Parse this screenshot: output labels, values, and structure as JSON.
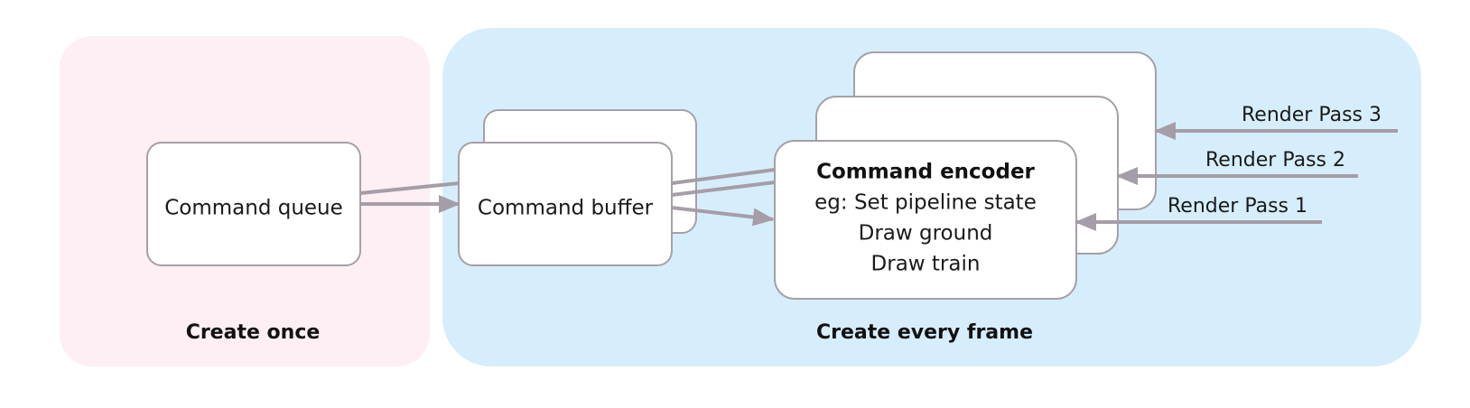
{
  "colors": {
    "region_once_fill": "#fdeff3",
    "region_frame_fill": "#d6eefb",
    "box_fill": "#ffffff",
    "box_stroke": "#a79fa8",
    "arrow_color": "#a59da7",
    "text_color": "#1a1a1a"
  },
  "regions": {
    "once_label": "Create once",
    "frame_label": "Create every frame"
  },
  "queue": {
    "label": "Command queue"
  },
  "buffer": {
    "label": "Command buffer"
  },
  "encoder": {
    "title": "Command encoder",
    "lines": [
      "eg: Set pipeline state",
      "Draw ground",
      "Draw train"
    ]
  },
  "render_passes": [
    "Render Pass 3",
    "Render Pass 2",
    "Render Pass 1"
  ]
}
